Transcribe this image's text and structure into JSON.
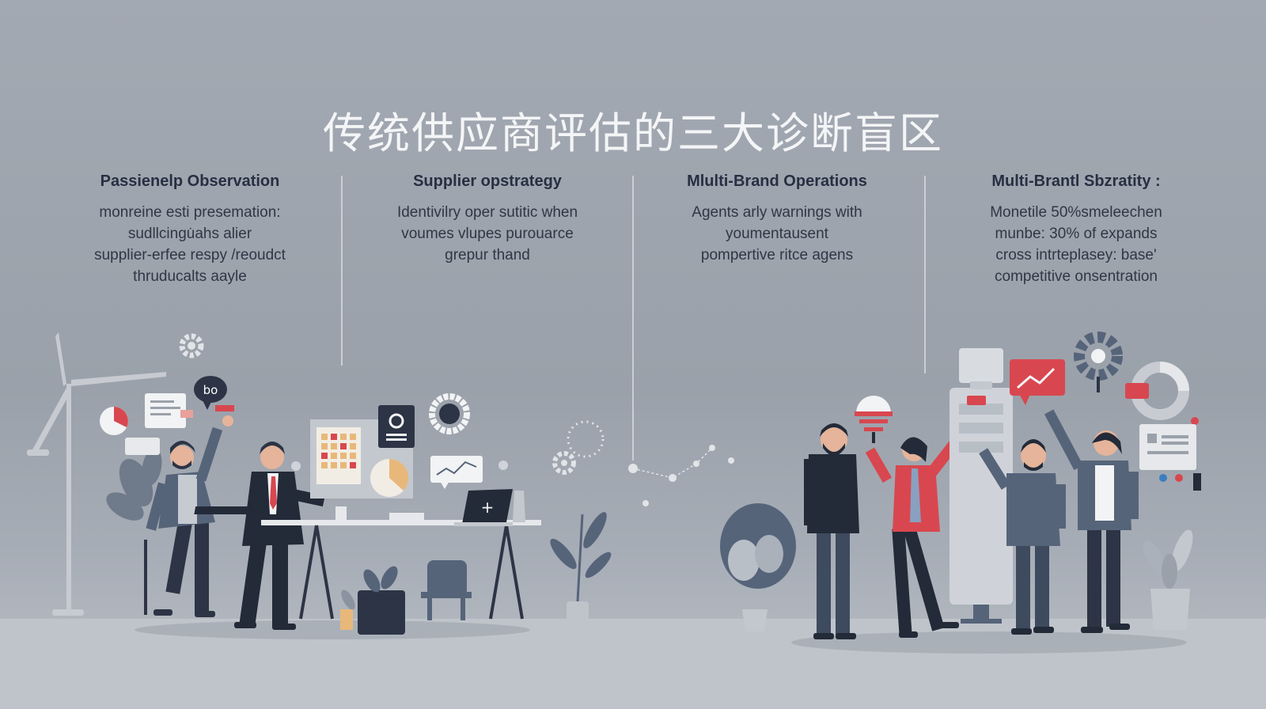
{
  "title": "传统供应商评估的三大诊断盲区",
  "columns": [
    {
      "heading": "Passienelp Observation",
      "lines": [
        "monreine esti presemation:",
        "sudllcingu̇ahs alier",
        "supplier-erfee respy /reoudct",
        "thruducalts aayle"
      ]
    },
    {
      "heading": "Supplier opstrategy",
      "lines": [
        "Identivilry oper sutitic when",
        "voumes vlupes purouarce",
        "grepur thand"
      ]
    },
    {
      "heading": "Mlulti-Brand Operations",
      "lines": [
        "Agents arly warnings with",
        "youmentausent",
        "pompertive ritce agens"
      ]
    },
    {
      "heading": "Multi-Brantl Sbzratity :",
      "lines": [
        "Monetile 50%smeleechen",
        "munbe: 30% of expands",
        "cross intrteplasey: base'",
        "competitive onsentration"
      ]
    }
  ],
  "speech_bubble_text": "bo",
  "colors": {
    "background": "#9ea4ad",
    "title": "#f4f5f7",
    "text": "#2a3140",
    "navy": "#2c3445",
    "slate": "#56647a",
    "accent_red": "#d8474f",
    "floor": "#bfc4cb"
  },
  "icons": [
    "gear-icon",
    "chart-icon",
    "pie-chart-icon",
    "speech-bubble-icon",
    "document-icon",
    "laptop-icon",
    "plant-icon",
    "wind-turbine-icon",
    "ring-icon",
    "warning-signal-icon"
  ]
}
